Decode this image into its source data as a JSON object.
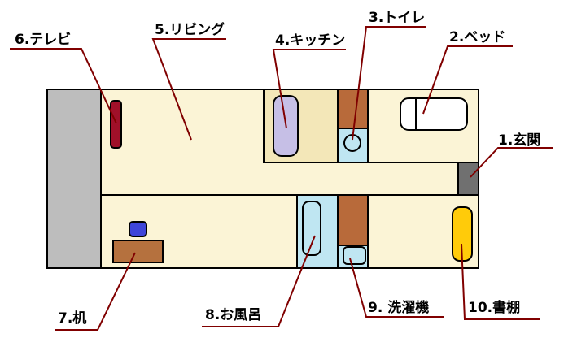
{
  "labels": {
    "entrance": "1.玄関",
    "bed": "2.ベッド",
    "toilet": "3.トイレ",
    "kitchen": "4.キッチン",
    "living": "5.リビング",
    "tv": "6.テレビ",
    "desk": "7.机",
    "bath": "8.お風呂",
    "washer": "9. 洗濯機",
    "bookshelf": "10.書棚"
  },
  "colors": {
    "floor": "#fbf4d6",
    "outline": "#000000",
    "balcony": "#bdbdbd",
    "leader": "#800000",
    "tv": "#a01029",
    "kitchen_counter": "#f3e7b8",
    "sink": "#c6bfe6",
    "pipe_space": "#b86a3a",
    "water": "#bfe6f2",
    "entrance": "#707070",
    "desk": "#b5713e",
    "chair": "#3e45d9",
    "bookshelf": "#ffcb0a"
  }
}
